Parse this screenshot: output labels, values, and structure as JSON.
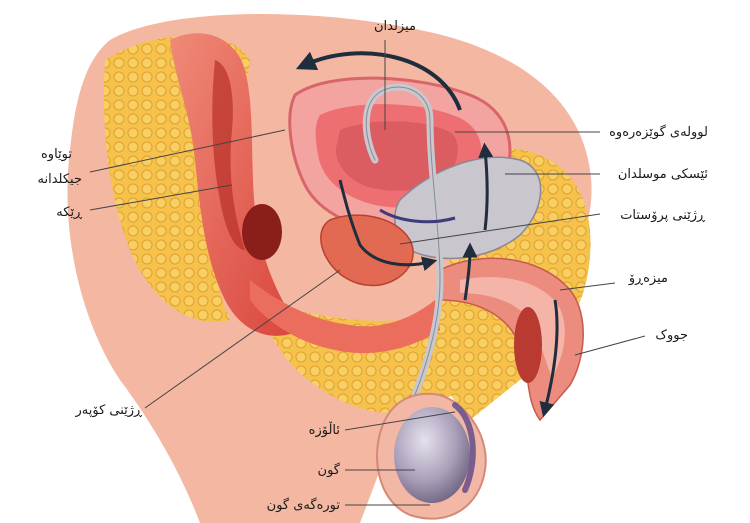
{
  "diagram": {
    "labels": {
      "bladder": "میزلدان",
      "vas_deferens": "لوولەی گوێزەرەوە",
      "seminal_vesicle": "ئێسکی موسلدان",
      "prostate": "ڕژێنی پرۆستات",
      "urethra": "میزەڕۆ",
      "penis": "جووک",
      "bulbourethral": "ڕژێنی کۆپەر",
      "epididymis": "ئاڵۆزە",
      "testis": "گون",
      "scrotum": "تورەگەی گون",
      "seminal_vesicles_left_1": "توێاوە",
      "seminal_vesicles_left_2": "جیکلدانە",
      "rectum": "ڕێکە"
    },
    "colors": {
      "flesh": "#e8544a",
      "flesh_light": "#f4a18c",
      "fat": "#f5c24b",
      "fat_dark": "#e2a02c",
      "bladder": "#ee6f72",
      "duct": "#c8c8cf",
      "testis": "#a59bb2",
      "arrow": "#1f2d3d",
      "leader": "#444444"
    }
  }
}
